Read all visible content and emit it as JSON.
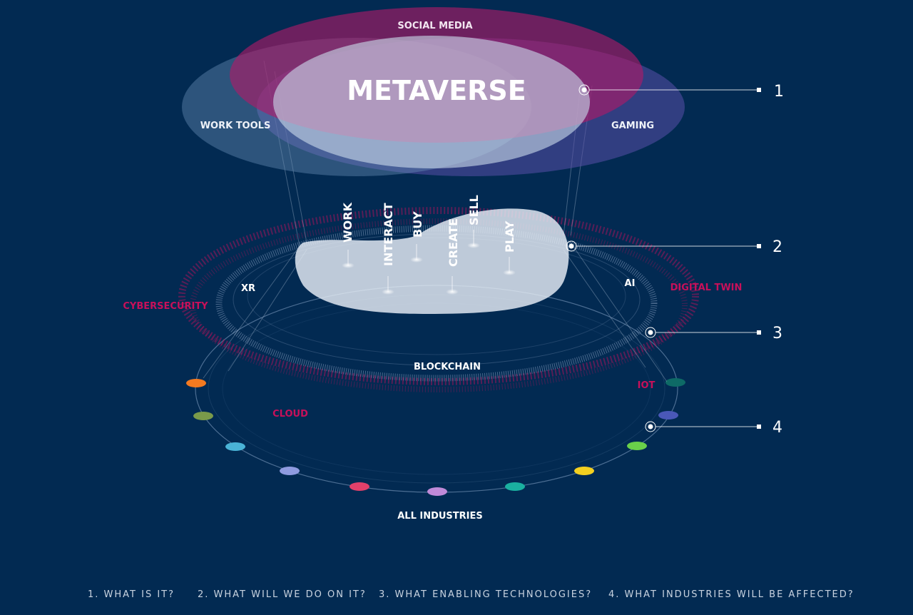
{
  "layers": {
    "top": {
      "title": "METAVERSE",
      "social_media": "SOCIAL MEDIA",
      "work_tools": "WORK TOOLS",
      "gaming": "GAMING"
    },
    "activities": [
      "WORK",
      "INTERACT",
      "BUY",
      "CREATE",
      "SELL",
      "PLAY"
    ],
    "technologies": {
      "xr": "XR",
      "ai": "AI",
      "digital_twin": "DIGITAL TWIN",
      "cybersecurity": "CYBERSECURITY",
      "blockchain": "BLOCKCHAIN",
      "iot": "IOT",
      "cloud": "CLOUD"
    },
    "industries": {
      "label": "ALL INDUSTRIES",
      "dot_colors": [
        "#f47a20",
        "#7a9a4a",
        "#4ab3d6",
        "#8f9be0",
        "#e0406a",
        "#c08ad8",
        "#1ab0a0",
        "#f4d020",
        "#6ad04a",
        "#4a58b8",
        "#0e6a66"
      ]
    }
  },
  "callouts": [
    "1",
    "2",
    "3",
    "4"
  ],
  "footer": {
    "q1": "1. WHAT IS IT?",
    "q2": "2. WHAT WILL WE DO ON IT?",
    "q3": "3. WHAT ENABLING TECHNOLOGIES?",
    "q4": "4. WHAT INDUSTRIES WILL BE AFFECTED?"
  },
  "colors": {
    "background": "#022a52",
    "magenta": "#c0105a",
    "purple": "#6a5aa8",
    "white": "#ffffff"
  }
}
